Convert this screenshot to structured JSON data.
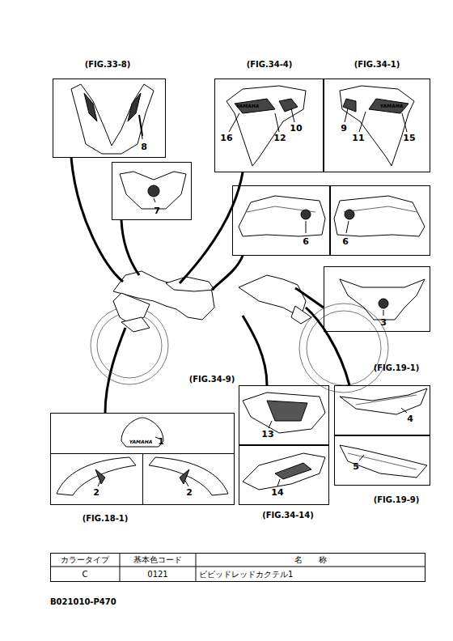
{
  "diagram": {
    "nodes": [
      {
        "text": [
          "(FIG.33-8)",
          "8"
        ]
      },
      {
        "text": [
          "7"
        ]
      },
      {
        "text": [
          "(FIG.34-4)",
          "16",
          "12",
          "10"
        ]
      },
      {
        "text": [
          "(FIG.34-1)",
          "9",
          "11",
          "15"
        ]
      },
      {
        "text": [
          "6"
        ]
      },
      {
        "text": [
          "6"
        ]
      },
      {
        "text": [
          "3"
        ]
      },
      {
        "text": [
          "(FIG.19-1)",
          "4"
        ]
      },
      {
        "text": [
          "5",
          "(FIG.19-9)"
        ]
      },
      {
        "text": [
          "(FIG.34-9)",
          "13"
        ]
      },
      {
        "text": [
          "14",
          "(FIG.34-14)"
        ]
      },
      {
        "text": [
          "(FIG.18-1)"
        ]
      },
      {
        "text": [
          "1"
        ],
        "in": 11
      },
      {
        "text": [
          "2"
        ],
        "in": 11
      },
      {
        "text": [
          "2"
        ],
        "in": 11
      }
    ],
    "edges": [],
    "labels": [
      "YAMAHA",
      "YAMAHA",
      "YAMAHA",
      "カラータイプ",
      "基本色コード",
      "名　　称",
      "C",
      "0121",
      "ビビッドレッドカクテル1",
      "B021010-P470"
    ]
  }
}
